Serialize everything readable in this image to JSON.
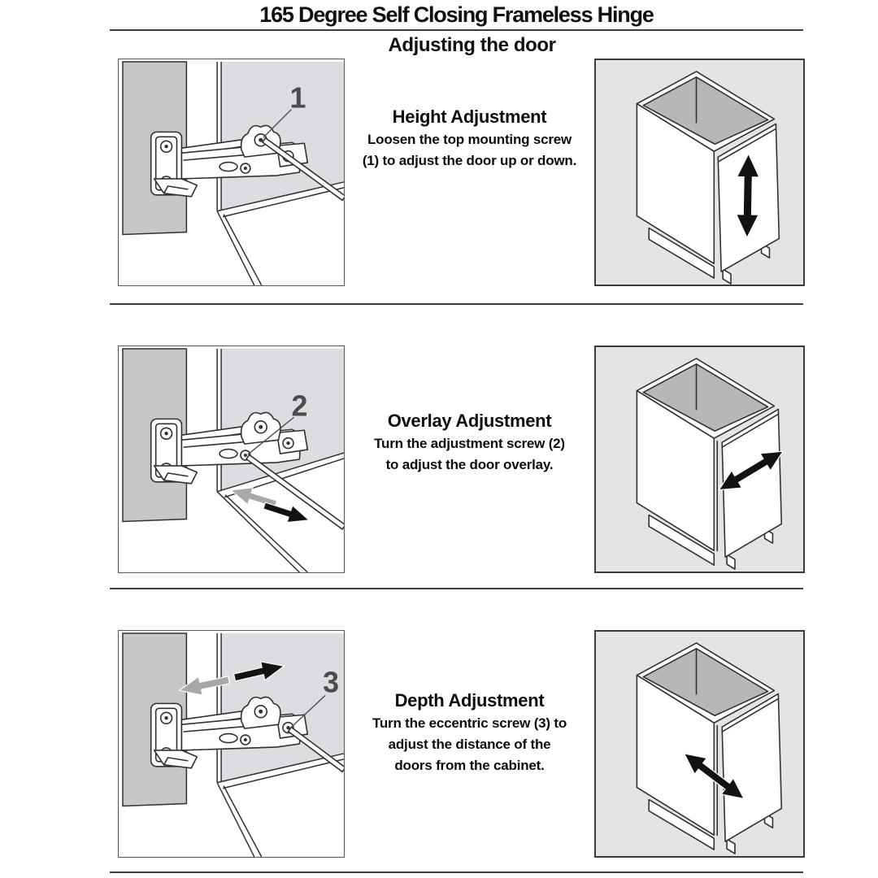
{
  "title": "165 Degree Self Closing Frameless Hinge",
  "subtitle": "Adjusting the door",
  "sections": [
    {
      "id": "height",
      "number": "1",
      "heading": "Height Adjustment",
      "body_lines": [
        "Loosen the top mounting screw",
        "(1) to adjust the door up or down."
      ],
      "left_illustration": "hinge-screwdriver-on-top-mounting-screw",
      "right_illustration": "cabinet-with-vertical-double-arrow-on-door"
    },
    {
      "id": "overlay",
      "number": "2",
      "heading": "Overlay Adjustment",
      "body_lines": [
        "Turn the adjustment screw (2)",
        "to adjust the door overlay."
      ],
      "left_illustration": "hinge-screwdriver-on-adjustment-screw-with-side-arrows",
      "right_illustration": "cabinet-with-diagonal-double-arrow-along-door"
    },
    {
      "id": "depth",
      "number": "3",
      "heading": "Depth Adjustment",
      "body_lines": [
        "Turn the eccentric screw (3) to",
        "adjust the distance of the",
        "doors from the cabinet."
      ],
      "left_illustration": "hinge-screwdriver-on-eccentric-screw-with-depth-arrows",
      "right_illustration": "cabinet-with-diagonal-double-arrow-through-door-edge"
    }
  ],
  "icons": {
    "double_arrow": "double-headed-block-arrow",
    "gray_arrow": "gray-direction-block-arrow",
    "black_arrow": "black-direction-block-arrow",
    "screwdriver": "screwdriver-shaft"
  },
  "colors": {
    "page_bg": "#ffffff",
    "door_panel_gray": "#c6c7c9",
    "cabinet_side_gray": "#dcdde0",
    "cabinet_box_bg": "#e3e4e6",
    "interior_gray": "#b6b7b9",
    "line_dark": "#2f3033",
    "rule_dark": "#3b3c3e",
    "arrow_black": "#121212",
    "arrow_gray": "#a7a8aa",
    "callout_gray": "#4b4c4e"
  }
}
